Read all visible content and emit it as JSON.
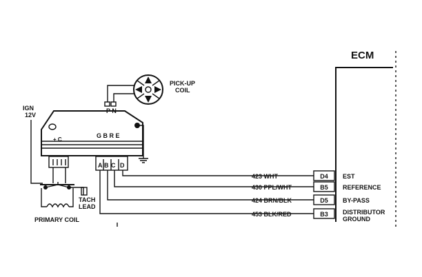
{
  "ecm": {
    "title": "ECM"
  },
  "pickup_coil": {
    "line1": "PICK-UP",
    "line2": "COIL"
  },
  "ignition": {
    "line1": "IGN",
    "line2": "12V"
  },
  "module": {
    "pn_label": "P N",
    "top_terminals": "G B R E",
    "plus_c": "+ C",
    "terminals": {
      "a": "A",
      "b": "B",
      "c": "C",
      "d": "D"
    }
  },
  "primary_coil": {
    "label": "PRIMARY COIL"
  },
  "tach_lead": {
    "line1": "TACH",
    "line2": "LEAD"
  },
  "circuits": [
    {
      "wire": "423 WHT",
      "pin": "D4",
      "function": "EST",
      "function2": ""
    },
    {
      "wire": "430 PPL/WHT",
      "pin": "B5",
      "function": "REFERENCE",
      "function2": ""
    },
    {
      "wire": "424 BRN/BLK",
      "pin": "D5",
      "function": "BY-PASS",
      "function2": ""
    },
    {
      "wire": "453 BLK/RED",
      "pin": "B3",
      "function": "DISTRIBUTOR",
      "function2": "GROUND"
    }
  ]
}
